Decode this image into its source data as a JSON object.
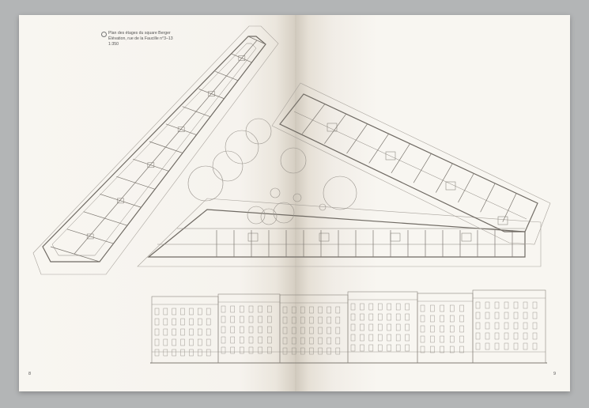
{
  "caption": {
    "line1": "Plan des étages du square Berger",
    "line2": "Élévation, rue de la Faucille n°3–13",
    "line3": "1:350"
  },
  "page_numbers": {
    "left": "8",
    "right": "9"
  },
  "colors": {
    "paper": "#f8f6f1",
    "ink": "#7a7670",
    "background": "#b3b5b6"
  }
}
